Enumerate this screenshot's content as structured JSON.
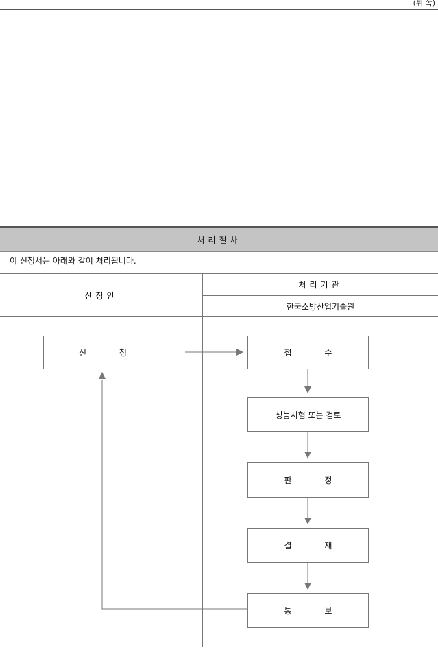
{
  "page_label": "(뒤 쪽)",
  "procedure": {
    "header": "처리절차",
    "intro": "이 신청서는 아래와 같이 처리됩니다.",
    "applicant_column": "신청인",
    "agency_column": "처리기관",
    "agency_name": "한국소방산업기술원"
  },
  "steps": {
    "apply": "신 청",
    "receive": "접 수",
    "test": "성능시험 또는 검토",
    "judge": "판 정",
    "approve": "결 재",
    "notify": "통 보"
  }
}
